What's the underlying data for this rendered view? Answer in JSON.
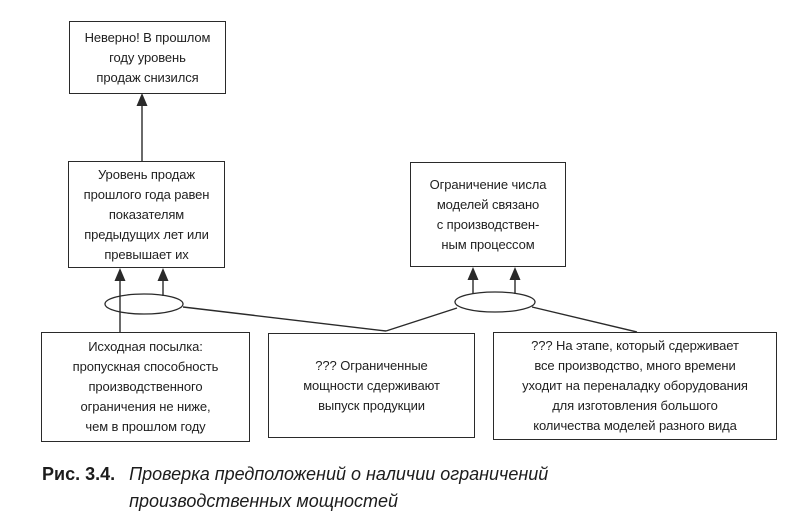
{
  "diagram": {
    "boxes": {
      "top": "Неверно! В прошлом\nгоду уровень\nпродаж снизился",
      "mid_left": "Уровень продаж\nпрошлого года равен\nпоказателям\nпредыдущих лет или\nпревышает их",
      "mid_right": "Ограничение числа\nмоделей связано\nс производствен-\nным процессом",
      "bottom_left": "Исходная посылка:\nпропускная способность\nпроизводственного\nограничения не ниже,\nчем в прошлом году",
      "bottom_middle": "??? Ограниченные\nмощности сдерживают\nвыпуск продукции",
      "bottom_right": "??? На этапе, который сдерживает\nвсе производство, много времени\nуходит на переналадку оборудования\nдля изготовления большого\nколичества моделей разного вида"
    },
    "caption": {
      "label": "Рис. 3.4.",
      "text": "Проверка предположений о наличии ограничений\nпроизводственных мощностей"
    },
    "colors": {
      "line": "#2a2a2a",
      "text": "#1f1f1f",
      "background": "#ffffff"
    }
  }
}
